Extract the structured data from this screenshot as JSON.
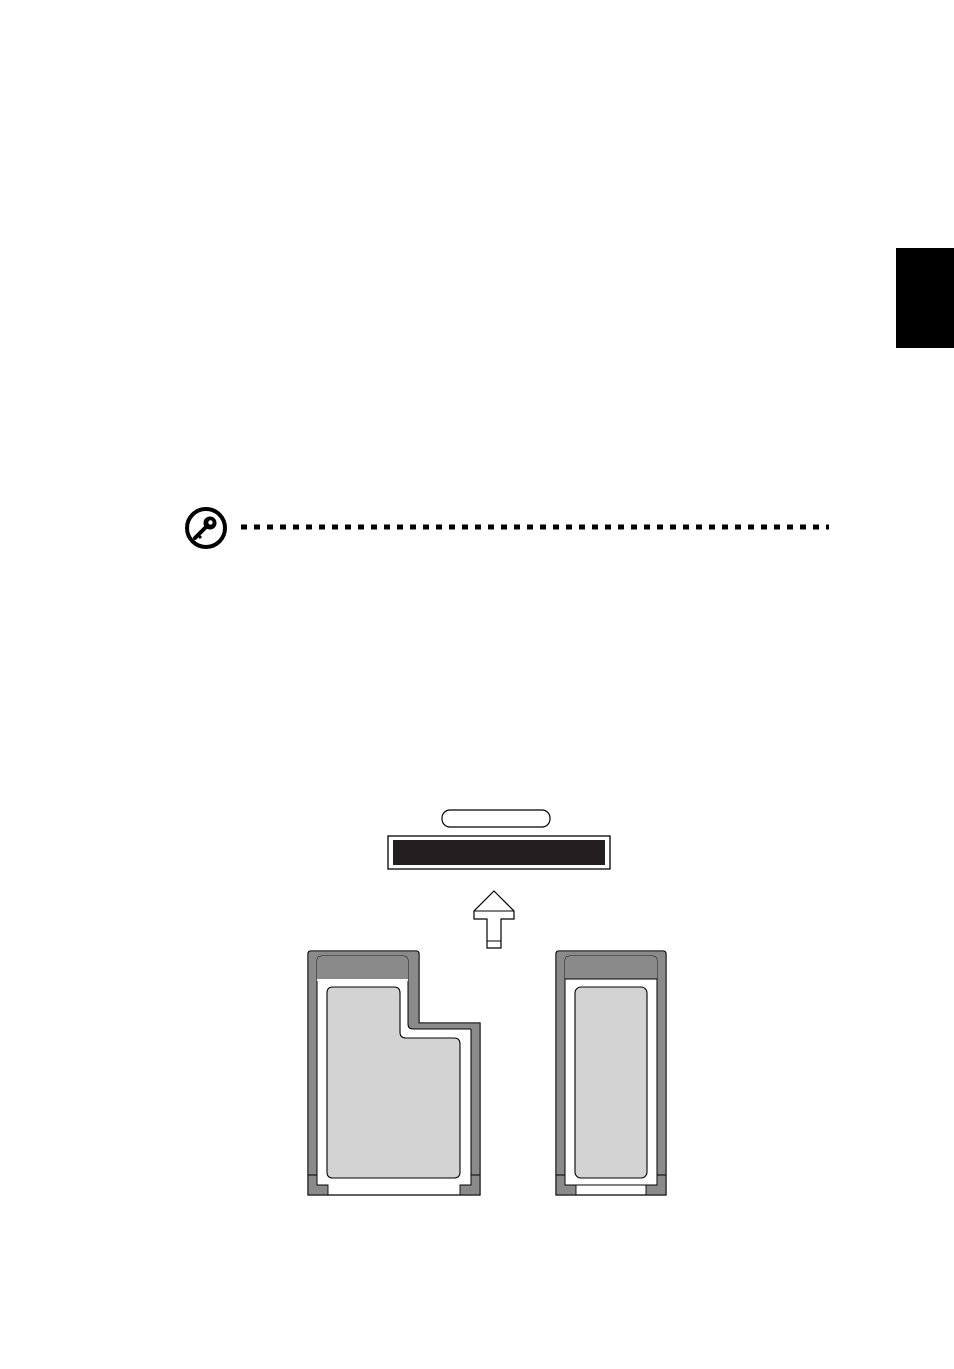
{
  "page": {
    "side_tab": {
      "color": "#000000"
    },
    "note": {
      "icon": "key-icon",
      "rule_style": "dotted"
    },
    "illustration": {
      "slot_color": "#231f20",
      "card_fill": "#d3d3d3",
      "card_frame": "#8a8a8a",
      "arrow": "up-arrow-icon",
      "cards": [
        "expresscard-54",
        "expresscard-34"
      ]
    }
  }
}
